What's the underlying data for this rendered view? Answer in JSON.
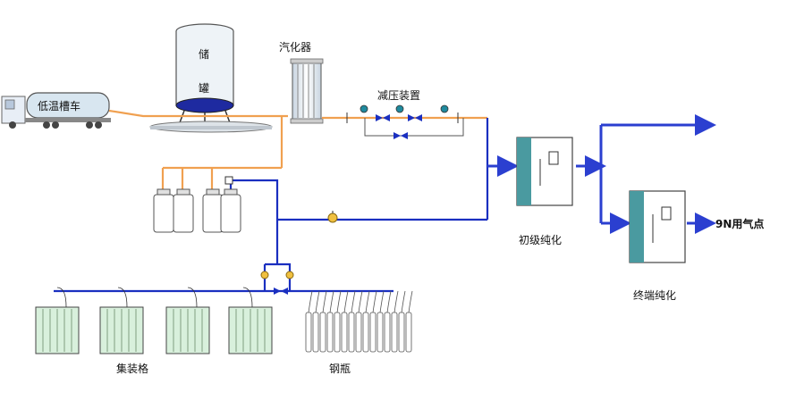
{
  "labels": {
    "tanker": "低温槽车",
    "tank_top": "储",
    "tank_bottom": "罐",
    "vaporizer": "汽化器",
    "pressure_reducer": "减压装置",
    "primary_purify": "初级纯化",
    "final_purify": "终端纯化",
    "gas_point": "9N用气点",
    "bundle": "集装格",
    "cylinders": "钢瓶"
  },
  "colors": {
    "orange_line": "#f0a050",
    "blue_line": "#1a2fc0",
    "arrow_blue": "#2b3fd0",
    "panel_teal": "#4a9aa0",
    "tank_fill": "#dfe8ee",
    "bundle_fill": "#d8f0dc"
  }
}
